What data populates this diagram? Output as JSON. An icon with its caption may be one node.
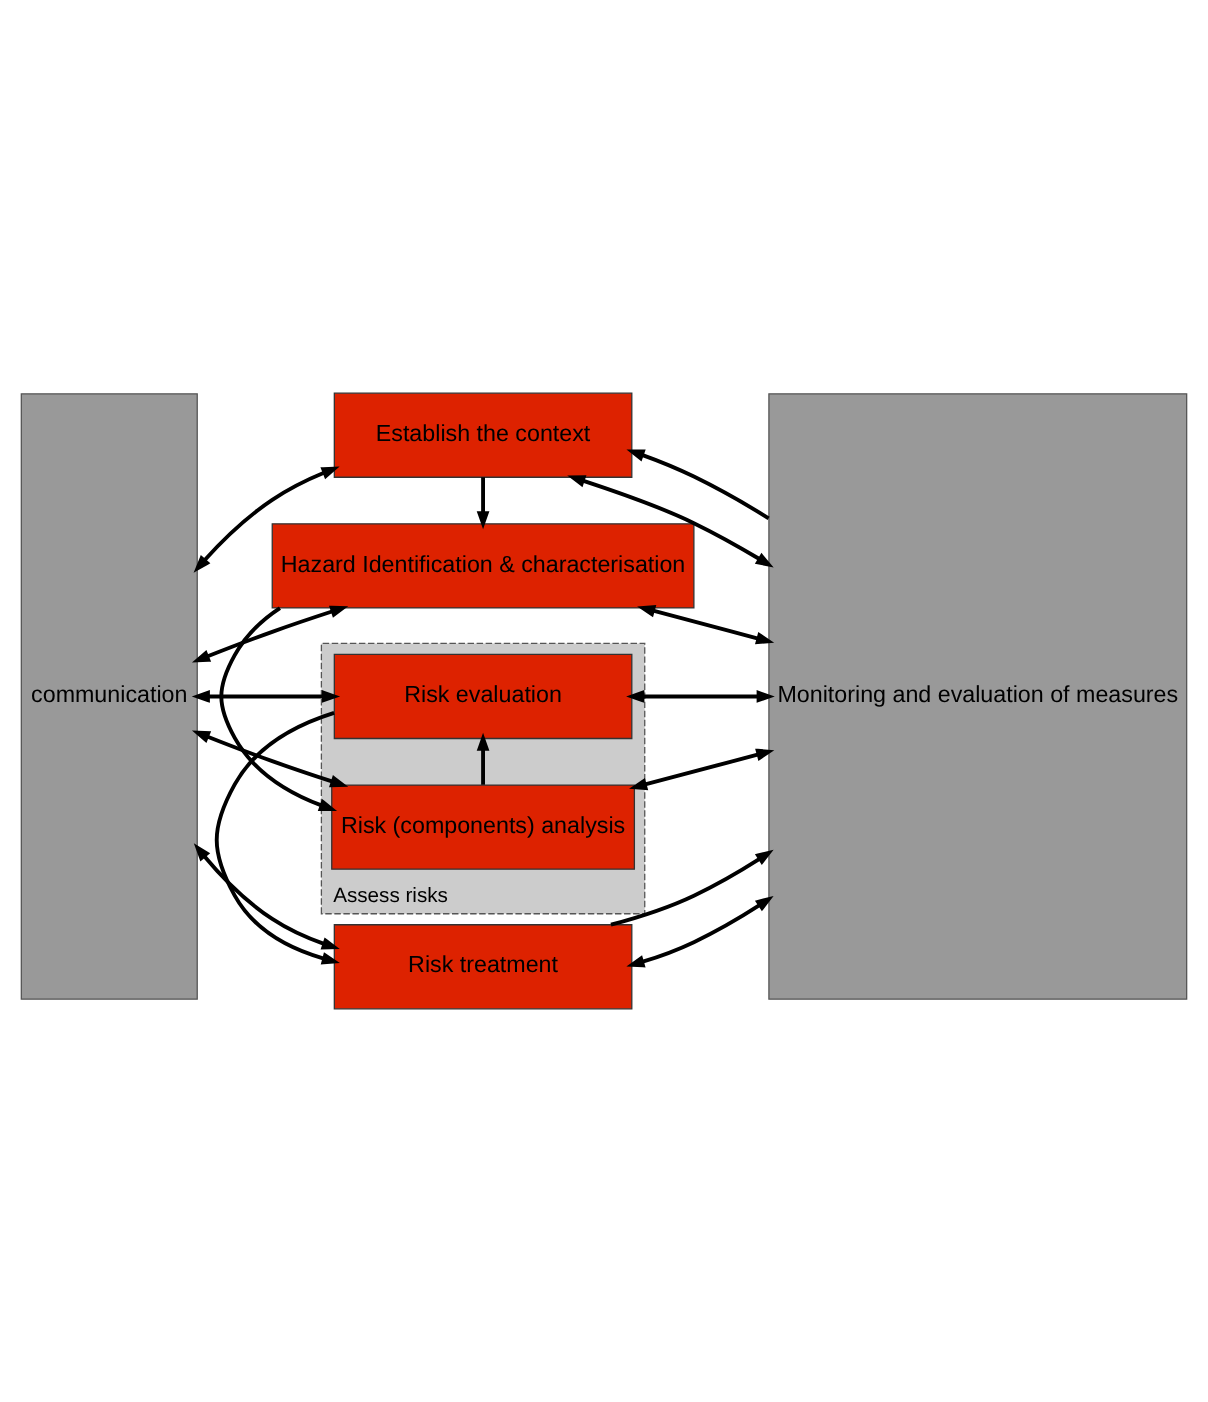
{
  "diagram": {
    "nodes": [
      {
        "text": [
          "communication"
        ]
      },
      {
        "text": [
          "Establish the context"
        ]
      },
      {
        "text": [
          "Hazard Identification & characterisation"
        ]
      },
      {
        "text": [
          "Assess risks"
        ]
      },
      {
        "text": [
          "Risk (components) analysis"
        ],
        "in": 3
      },
      {
        "text": [
          "Risk evaluation"
        ],
        "in": 3
      },
      {
        "text": [
          "Risk treatment"
        ]
      },
      {
        "text": [
          "Monitoring and evaluation of measures"
        ]
      }
    ],
    "edges": [
      {
        "from": 0,
        "to": 1,
        "arrow": "both"
      },
      {
        "from": 1,
        "to": 7,
        "arrow": "both"
      },
      {
        "from": 0,
        "to": 2,
        "arrow": "both"
      },
      {
        "from": 2,
        "to": 7,
        "arrow": "both"
      },
      {
        "from": 0,
        "to": 4,
        "arrow": "both"
      },
      {
        "from": 4,
        "to": 7,
        "arrow": "both"
      },
      {
        "from": 0,
        "to": 5,
        "arrow": "both"
      },
      {
        "from": 5,
        "to": 7,
        "arrow": "both"
      },
      {
        "from": 0,
        "to": 6,
        "arrow": "both"
      },
      {
        "from": 6,
        "to": 7,
        "arrow": "both"
      },
      {
        "from": 1,
        "to": 2,
        "arrow": "to"
      },
      {
        "from": 2,
        "to": 4,
        "arrow": "to"
      },
      {
        "from": 4,
        "to": 5,
        "arrow": "to"
      },
      {
        "from": 5,
        "to": 6,
        "arrow": "to"
      },
      {
        "from": 6,
        "to": 7,
        "arrow": "to"
      },
      {
        "from": 7,
        "to": 1,
        "arrow": "to"
      }
    ]
  }
}
